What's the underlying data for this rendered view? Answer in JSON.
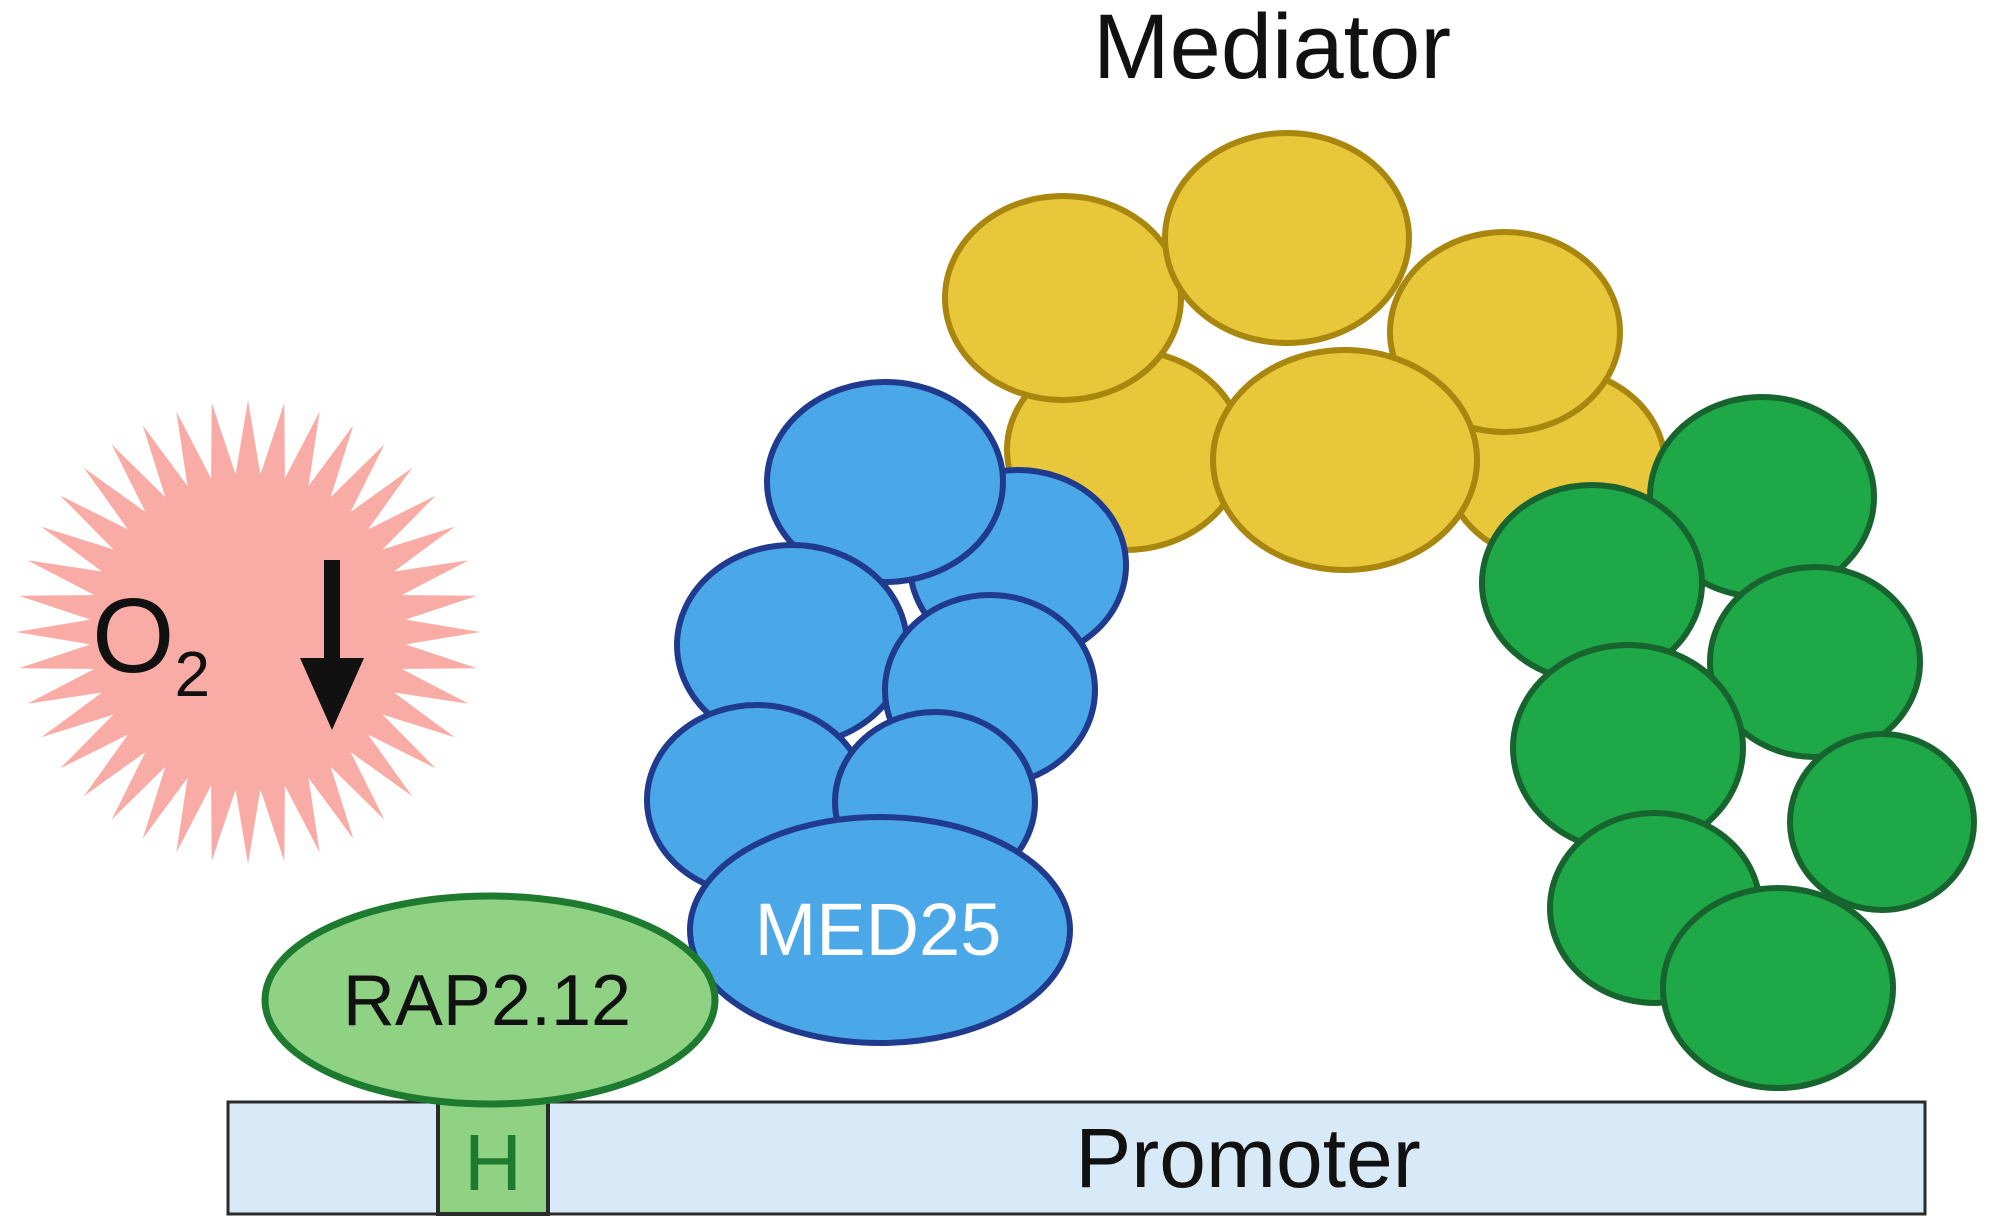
{
  "diagram": {
    "title": "Mediator",
    "oxygen_symbol": "O",
    "oxygen_subscript": "2",
    "med25_label": "MED25",
    "rap_label": "RAP2.12",
    "promoter_label": "Promoter",
    "hre_label": "H"
  },
  "colors": {
    "middle_fill": "#E8C73B",
    "middle_stroke": "#A9860E",
    "blue_fill": "#4AA7E8",
    "blue_stroke": "#203B8E",
    "green_fill": "#1FA848",
    "green_stroke": "#17642E",
    "burst_fill": "#F9ACA6",
    "rap_fill": "#8FD284",
    "rap_stroke": "#1E7A2E",
    "promoter_fill": "#D8E9F7",
    "promoter_stroke": "#2B2B2B",
    "hre_fill": "#8FD284",
    "hre_text": "#1E7A2E",
    "text_dark": "#111111",
    "med25_text": "#FFFFFF"
  }
}
